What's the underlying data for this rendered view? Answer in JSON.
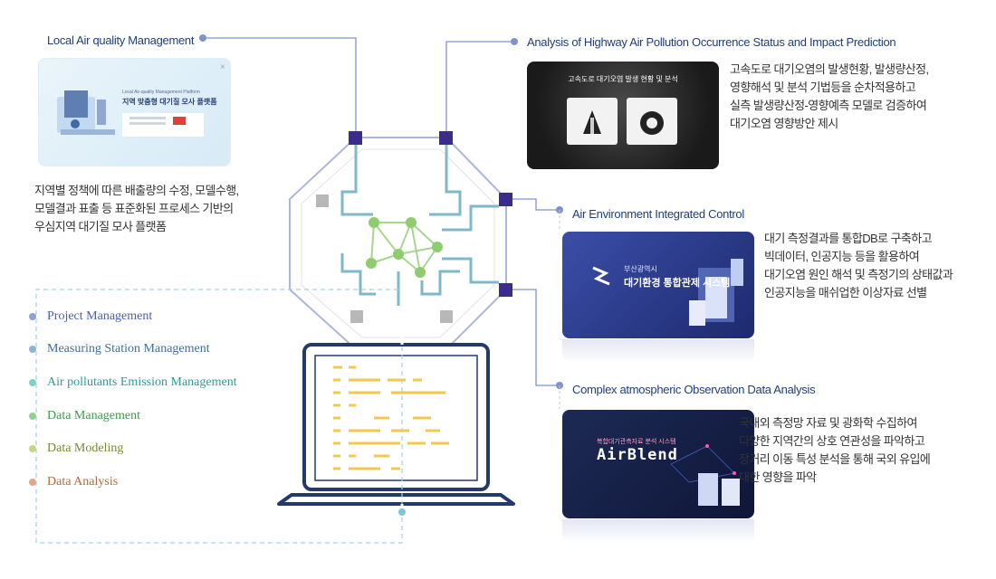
{
  "sections": {
    "local": {
      "title": "Local Air quality Management",
      "desc": [
        "지역별 정책에 따른 배출량의 수정, 모델수행,",
        "모델결과 표출 등 표준화된 프로세스 기반의",
        "우심지역 대기질 모사 플랫폼"
      ],
      "thumb_title_en": "Local Air-quality Management Platform",
      "thumb_title_ko": "지역 맞춤형 대기질 모사 플랫폼"
    },
    "highway": {
      "title": "Analysis of Highway Air Pollution Occurrence Status and  Impact Prediction",
      "desc": [
        "고속도로 대기오염의 발생현황, 발생량산정,",
        "영향해석 및 분석 기법등을 순차적용하고",
        "실측 발생량산정-영향예측 모델로 검증하여",
        "대기오염 영향방안 제시"
      ],
      "thumb_title": "고속도로 대기오염 발생 현황 및 분석"
    },
    "integrated": {
      "title": "Air Environment Integrated Control",
      "desc": [
        "대기 측정결과를 통합DB로 구축하고",
        "빅데이터, 인공지능 등을 활용하여",
        "대기오염 원인 해석 및 측정기의 상태값과",
        "인공지능을 매쉬업한 이상자료 선별"
      ],
      "thumb_small": "부산광역시",
      "thumb_title": "대기환경 통합관제 시스템"
    },
    "complex": {
      "title": "Complex atmospheric Observation Data Analysis",
      "desc": [
        "국내외 측정망 자료 및 광화학 수집하여",
        "다양한 지역간의 상호 연관성을 파악하고",
        "장거리 이동 특성 분석을 통해 국외 유입에",
        "대한 영향을 파악"
      ],
      "thumb_small": "복합대기관측자료 분석 시스템",
      "thumb_title": "AirBlend"
    }
  },
  "list": [
    {
      "label": "Project Management",
      "color": "#4a5fa8",
      "dot": "#8ea0d6"
    },
    {
      "label": "Measuring Station Management",
      "color": "#3b6fa0",
      "dot": "#8fb3d8"
    },
    {
      "label": "Air pollutants Emission Management",
      "color": "#2f9a9a",
      "dot": "#7fd1c6"
    },
    {
      "label": "Data Management",
      "color": "#3f9a4f",
      "dot": "#8fd08f"
    },
    {
      "label": "Data Modeling",
      "color": "#7a8a2f",
      "dot": "#c8d487"
    },
    {
      "label": "Data Analysis",
      "color": "#b06a3f",
      "dot": "#e0a887"
    }
  ]
}
